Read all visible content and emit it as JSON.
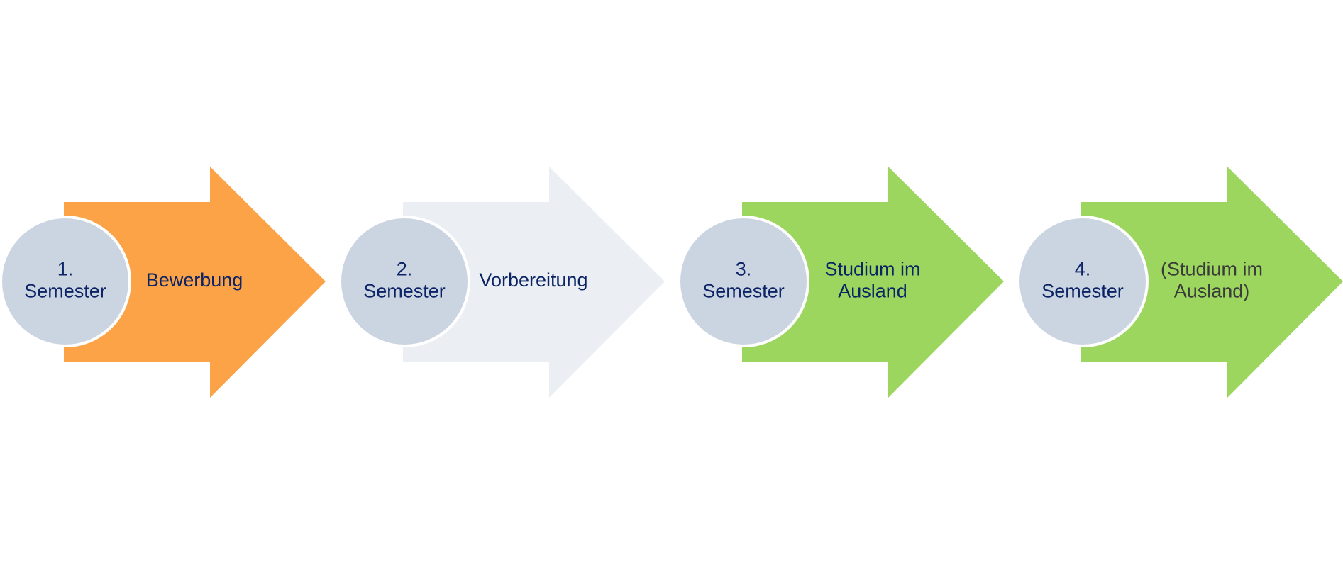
{
  "steps": [
    {
      "circle_lines": [
        "1.",
        "Semester"
      ],
      "label_lines": [
        "Bewerbung"
      ],
      "arrow_color": "#FCA247",
      "text_color": "#0C2465"
    },
    {
      "circle_lines": [
        "2.",
        "Semester"
      ],
      "label_lines": [
        "Vorbereitung"
      ],
      "arrow_color": "#EBEFF3",
      "text_color": "#0C2465"
    },
    {
      "circle_lines": [
        "3.",
        "Semester"
      ],
      "label_lines": [
        "Studium im",
        "Ausland"
      ],
      "arrow_color": "#9CD65E",
      "text_color": "#0C2465"
    },
    {
      "circle_lines": [
        "4.",
        "Semester"
      ],
      "label_lines": [
        "(Studium im",
        "Ausland)"
      ],
      "arrow_color": "#9CD65E",
      "text_color": "#3A3A3A"
    }
  ],
  "circle_color": "#CBD5E1",
  "circle_text_color": "#0C2465"
}
